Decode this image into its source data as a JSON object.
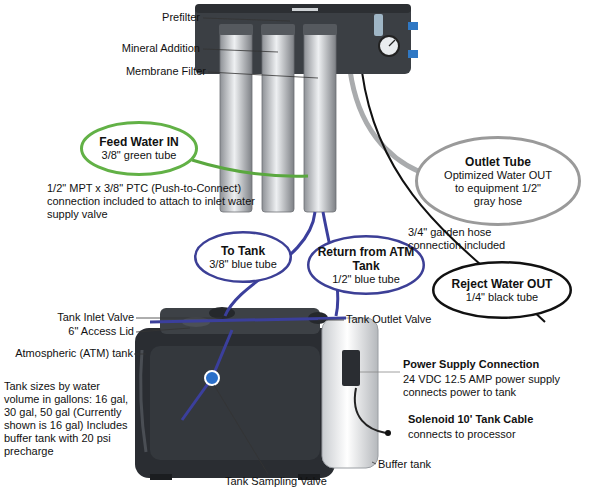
{
  "diagram": {
    "nodes": [
      {
        "text": [
          "Feed Water IN",
          "3/8\" green tube"
        ]
      },
      {
        "text": [
          "Outlet Tube",
          "Optimized Water OUT to equipment 1/2\" gray hose"
        ]
      },
      {
        "text": [
          "To Tank",
          "3/8\" blue tube"
        ]
      },
      {
        "text": [
          "Return from ATM Tank",
          "1/2\" blue tube"
        ]
      },
      {
        "text": [
          "Reject Water OUT",
          "1/4\" black tube"
        ]
      }
    ],
    "labels": [
      "Prefilter",
      "Mineral Addition",
      "Membrane Filter",
      "1/2\" MPT x 3/8\" PTC (Push-to-Connect) connection included to attach to inlet water supply valve",
      "3/4\" garden hose connection included",
      "Tank Inlet Valve",
      "6\" Access Lid",
      "Tank Outlet Valve",
      "Atmospheric (ATM) tank",
      "Tank sizes by water volume in gallons: 16 gal, 30 gal, 50 gal (Currently shown is 16 gal) Includes buffer tank with 20 psi precharge",
      "Power Supply Connection",
      "24 VDC 12.5 AMP power supply connects power to tank",
      "Solenoid 10' Tank Cable",
      "connects to processor",
      "Tank Sampling Valve",
      "Buffer tank"
    ]
  }
}
